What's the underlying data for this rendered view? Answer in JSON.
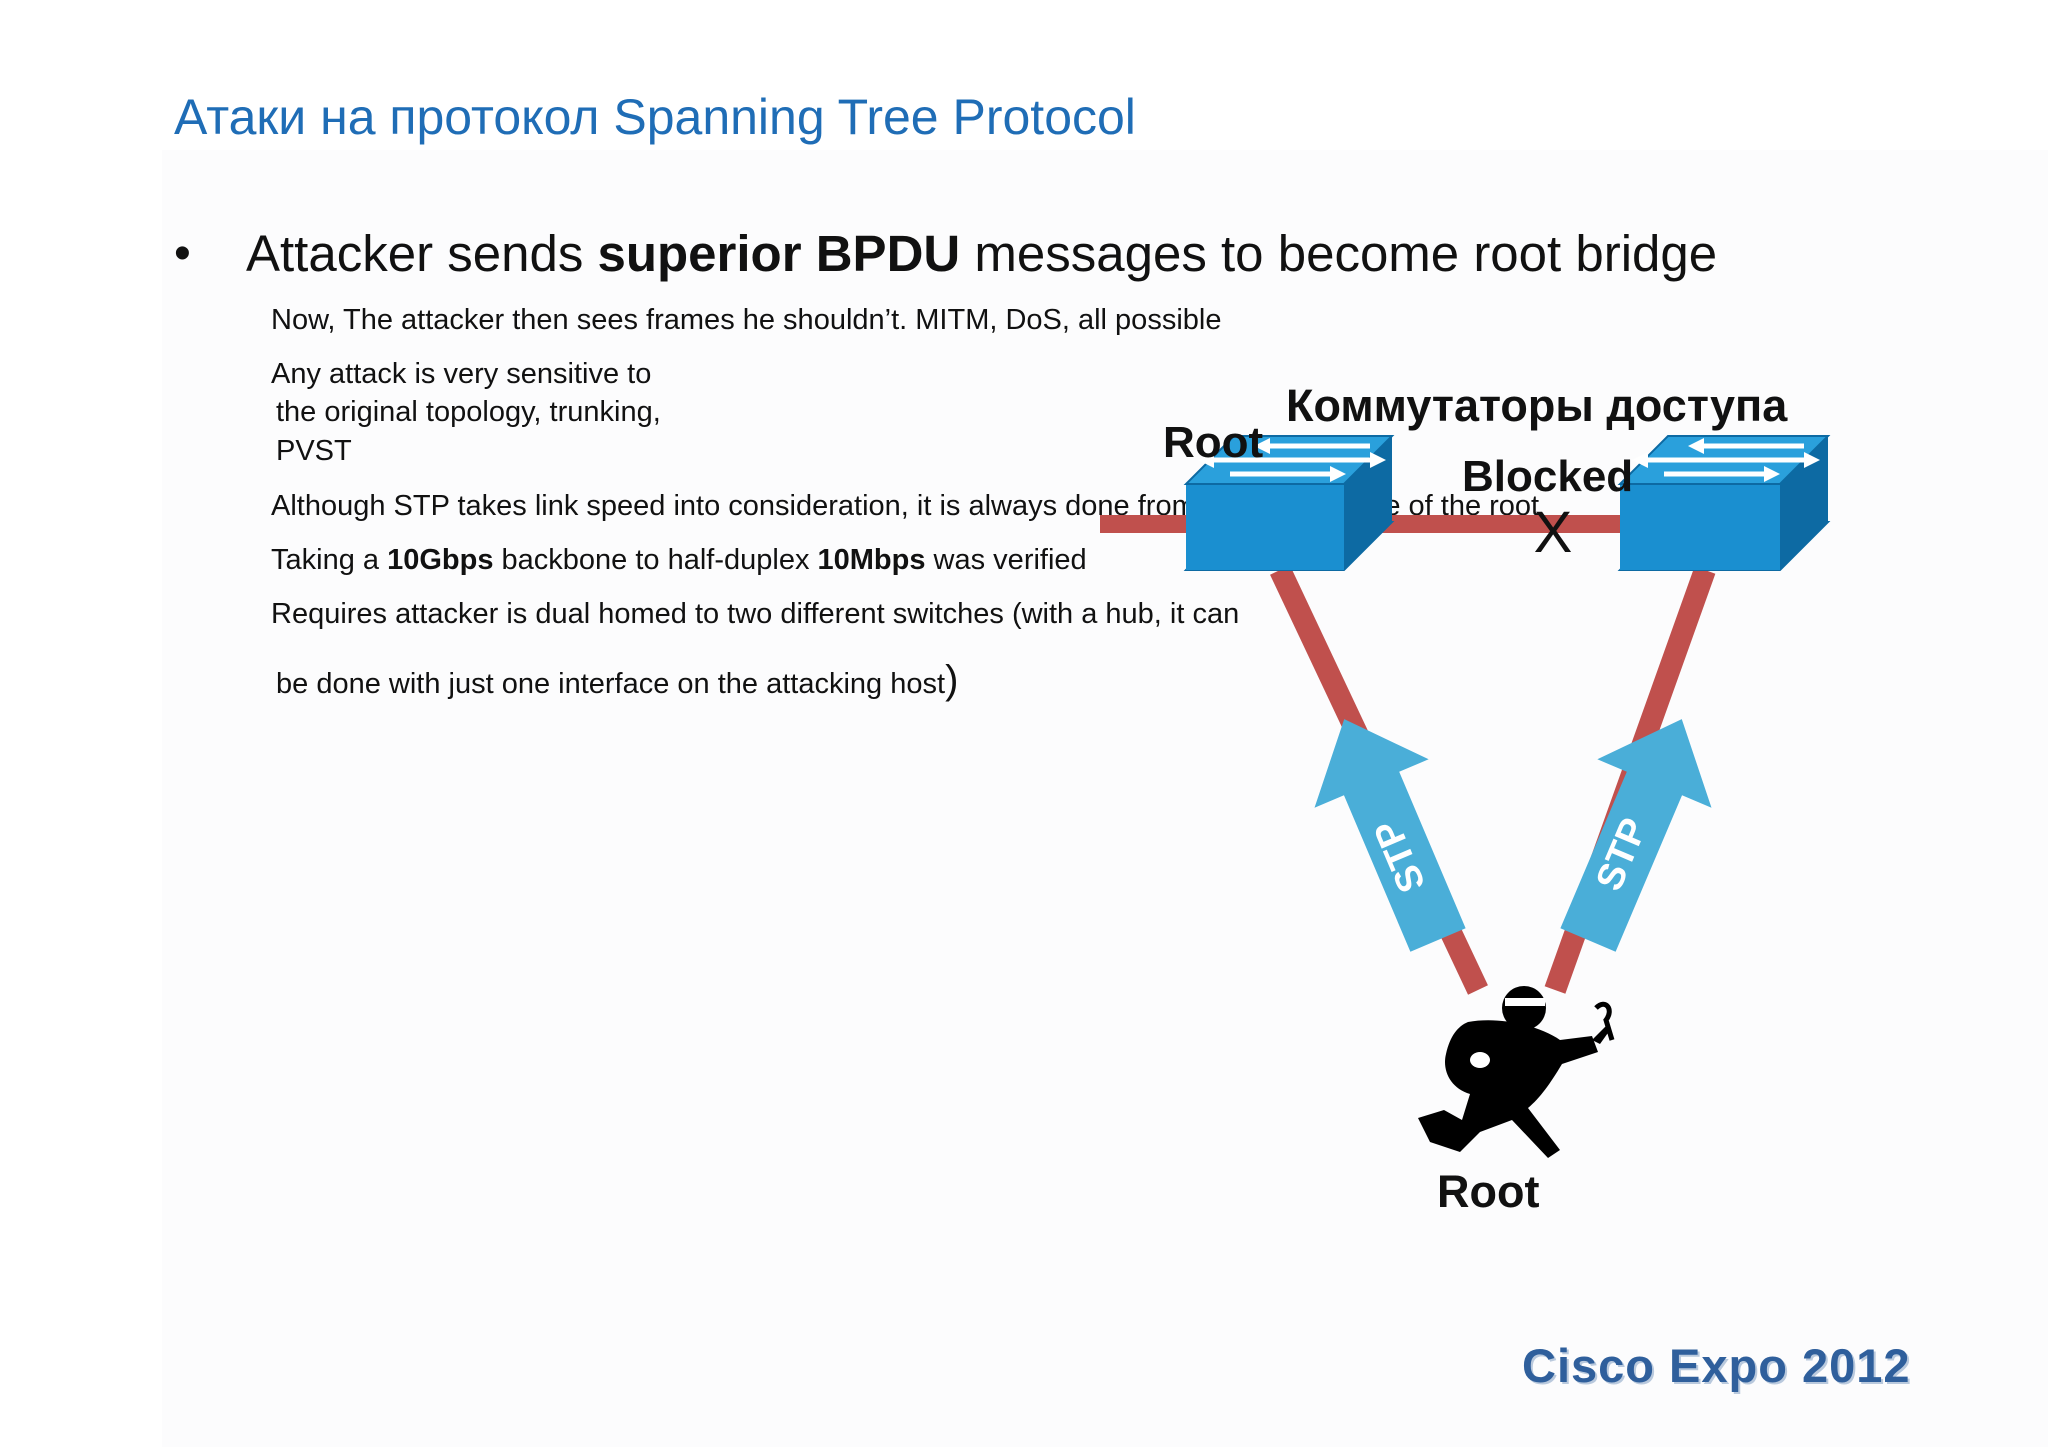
{
  "slide": {
    "title": "Атаки на протокол Spanning Tree Protocol",
    "bullet": {
      "marker": "•",
      "text_before": "Attacker sends ",
      "text_bold": "superior BPDU",
      "text_after": " messages to become root bridge"
    },
    "sub_points": {
      "line1": "Now, The attacker then sees frames he shouldn’t. MITM, DoS, all possible",
      "line2a": "Any attack is very sensitive to",
      "line2b": "the original topology, trunking,",
      "line2c": "PVST",
      "line3": "Although STP takes link speed into consideration, it is always done from the perspective of the root",
      "line4_before": "Taking a ",
      "line4_bold1": "10Gbps",
      "line4_mid": " backbone to half-duplex ",
      "line4_bold2": "10Mbps",
      "line4_after": " was verified",
      "line5": "Requires attacker is dual homed to two different switches (with a hub, it can",
      "line6": "be done with just one interface on the attacking host",
      "line6_paren": ")"
    },
    "footer": "Cisco Expo 2012"
  },
  "diagram": {
    "header_label": "Коммутаторы доступа",
    "left_switch_label": "Root",
    "blocked_label": "Blocked",
    "blocked_mark": "X",
    "stp_left": "STP",
    "stp_right": "STP",
    "attacker_label": "Root",
    "colors": {
      "link": "#c0504d",
      "switch_top": "#2aa0dc",
      "switch_front": "#1a8fd0",
      "switch_side": "#0d6aa3",
      "arrow": "#4aaed8"
    }
  }
}
